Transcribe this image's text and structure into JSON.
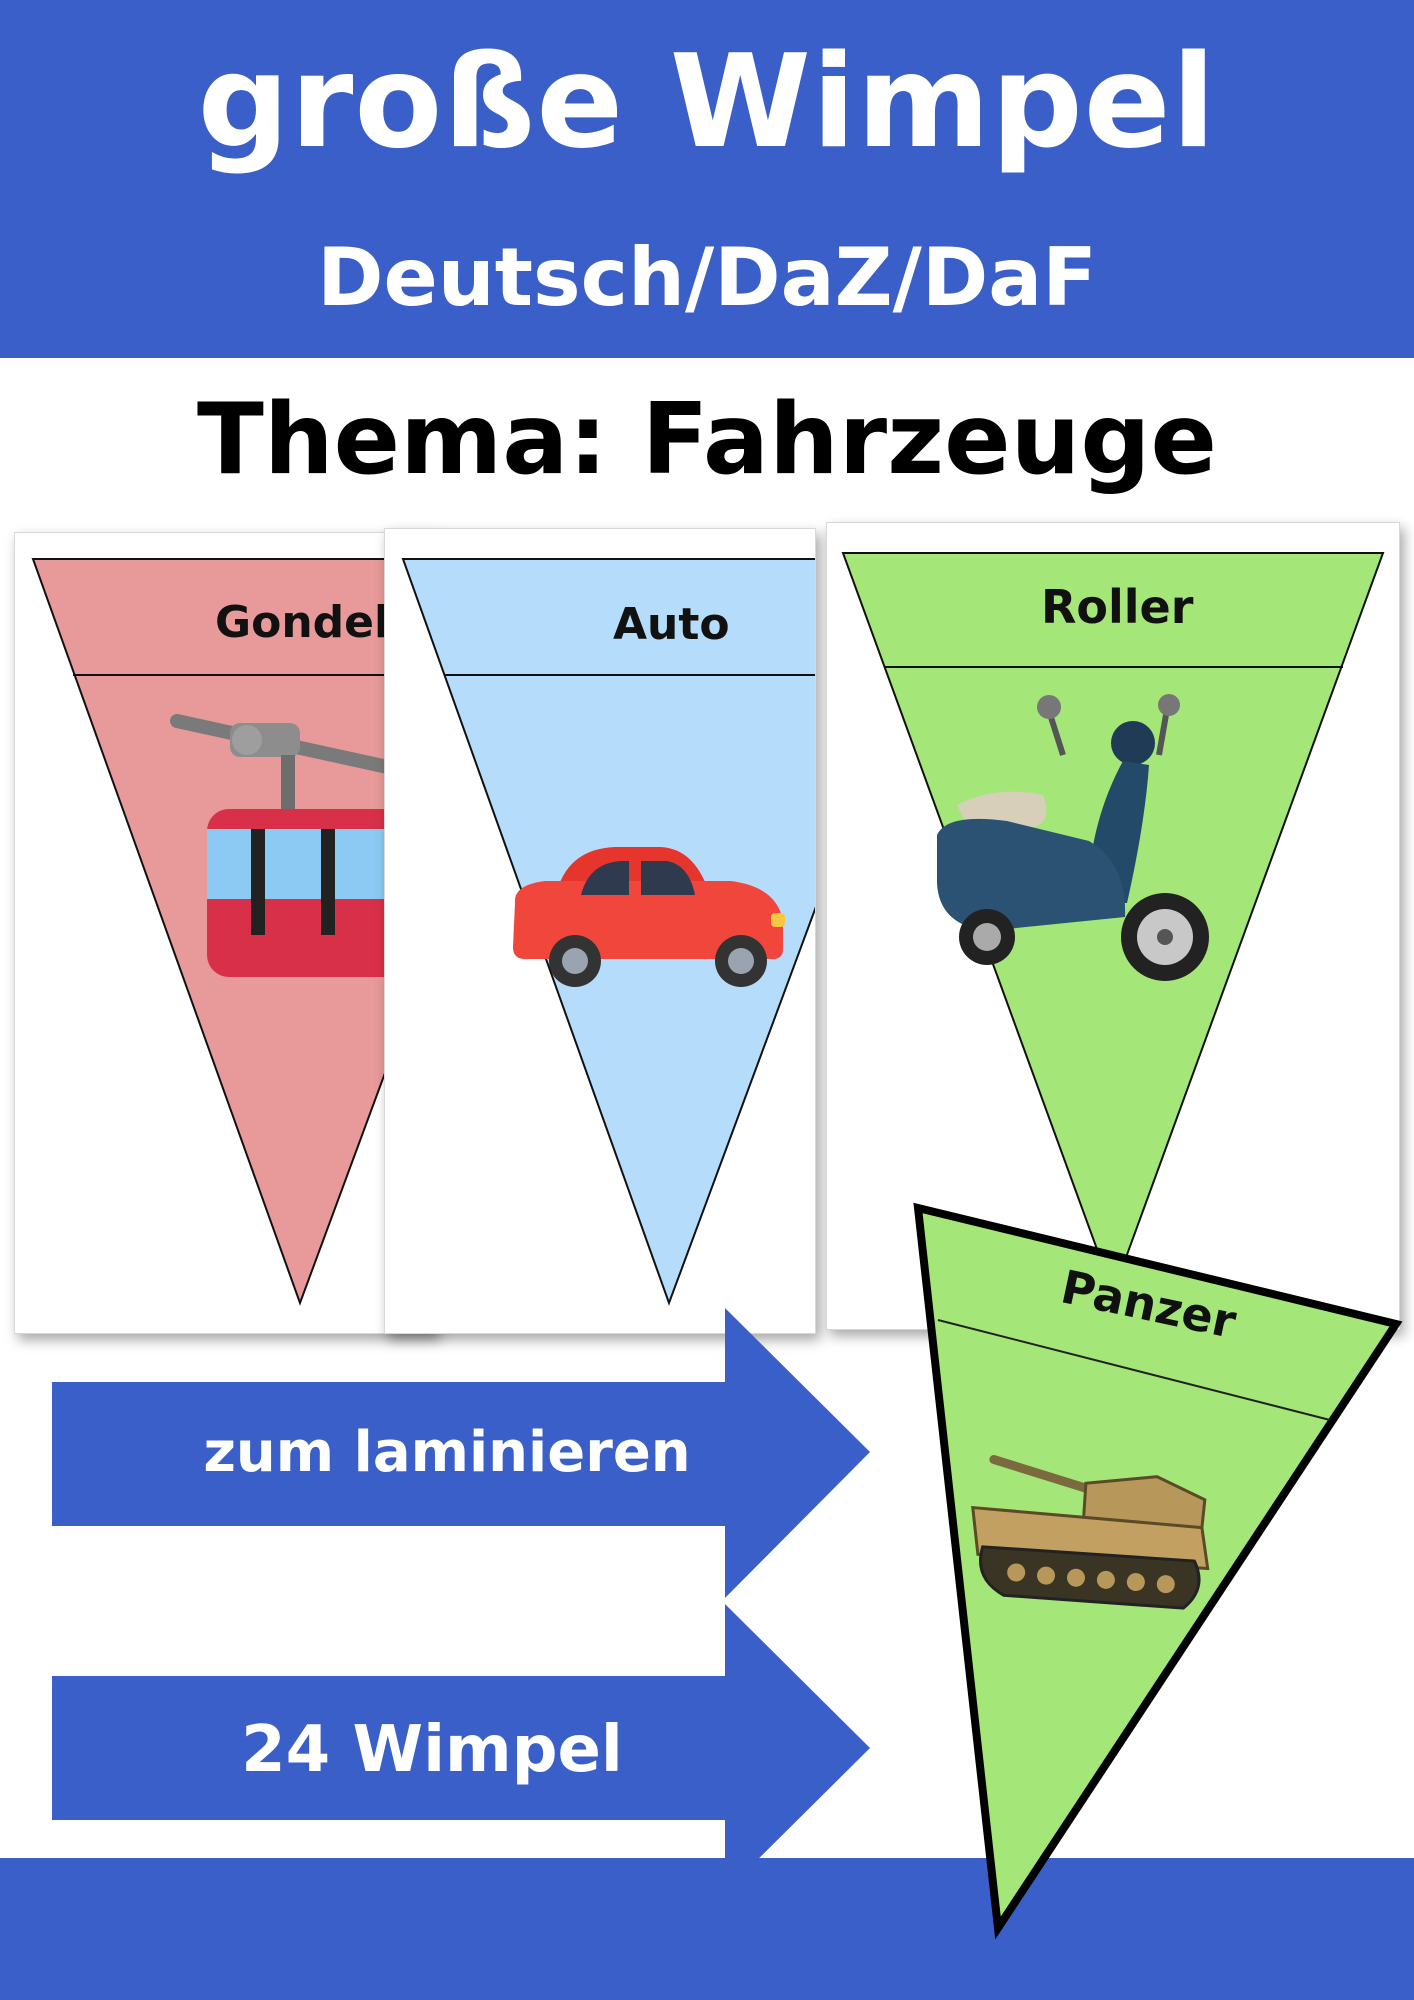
{
  "header": {
    "title": "große Wimpel",
    "subtitle": "Deutsch/DaZ/DaF",
    "background_color": "#3a5fc8"
  },
  "topic": "Thema: Fahrzeuge",
  "pennants": [
    {
      "label": "Gondel",
      "color": "#e89a9a",
      "icon": "cable-car-icon"
    },
    {
      "label": "Auto",
      "color": "#b5dcfa",
      "icon": "car-icon"
    },
    {
      "label": "Roller",
      "color": "#a4e677",
      "icon": "scooter-icon"
    },
    {
      "label": "Panzer",
      "color": "#a4e677",
      "icon": "tank-icon"
    }
  ],
  "arrows": [
    {
      "label": "zum laminieren",
      "color": "#3a5fc8"
    },
    {
      "label": "24 Wimpel",
      "color": "#3a5fc8"
    }
  ],
  "footer": {
    "background_color": "#3a5fc8"
  }
}
